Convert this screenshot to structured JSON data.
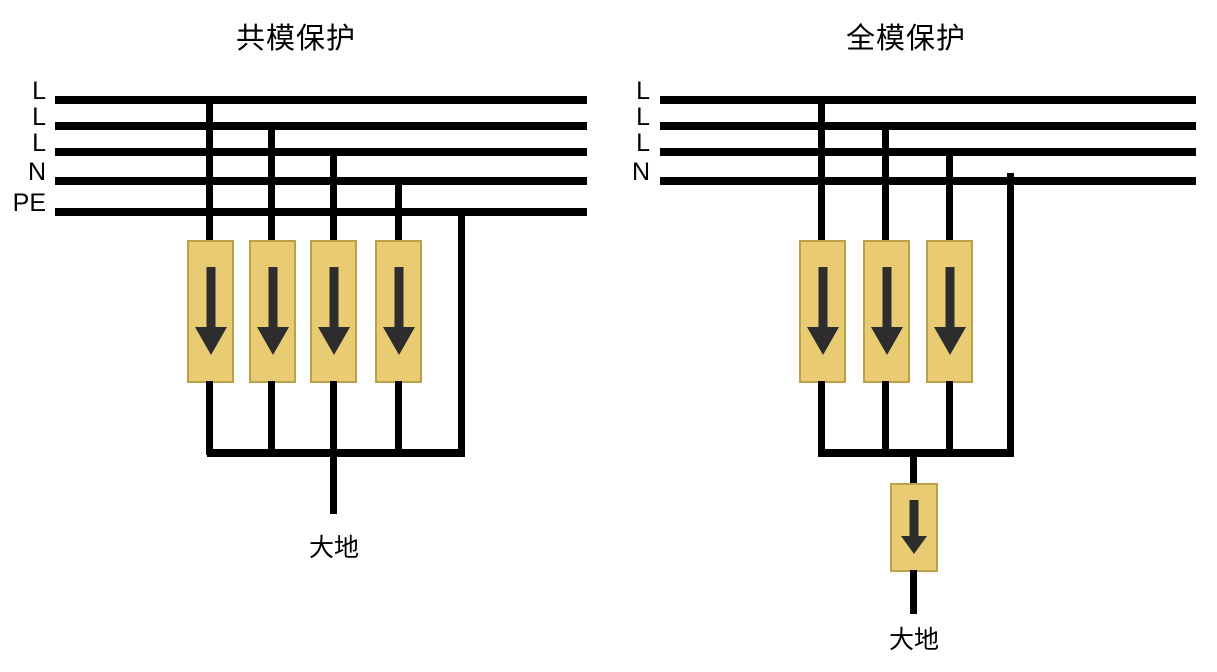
{
  "colors": {
    "bg": "#ffffff",
    "line": "#000000",
    "text": "#000000",
    "spd-fill": "#e8cb72",
    "spd-border": "#bda04a",
    "arrow": "#2d2d2d"
  },
  "left_diagram": {
    "title": "共模保护",
    "bus_labels": [
      "L",
      "L",
      "L",
      "N",
      "PE"
    ],
    "spd_count": 4,
    "ground_label": "大地"
  },
  "right_diagram": {
    "title": "全模保护",
    "bus_labels": [
      "L",
      "L",
      "L",
      "N"
    ],
    "spd_count": 3,
    "earth_spd_count": 1,
    "ground_label": "大地"
  }
}
